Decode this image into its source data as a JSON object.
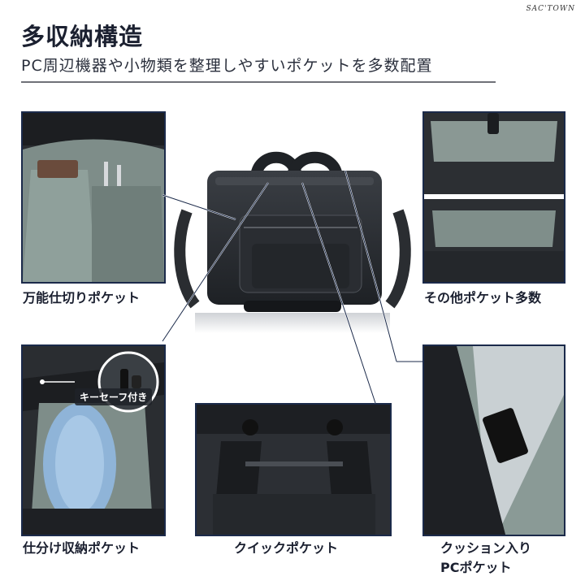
{
  "brand": "SAC'TOWN",
  "header": {
    "title": "多収納構造",
    "subtitle": "PC周辺機器や小物類を整理しやすいポケットを多数配置"
  },
  "panels": {
    "top_left": {
      "caption": "万能仕切りポケット"
    },
    "top_right": {
      "caption": "その他ポケット多数"
    },
    "bottom_left": {
      "caption": "仕分け収納ポケット",
      "callout": "キーセーフ付き"
    },
    "bottom_center": {
      "caption": "クイックポケット"
    },
    "bottom_right": {
      "caption_line1": "クッション入り",
      "caption_line2": "PCポケット"
    }
  },
  "colors": {
    "frame": "#1b2a4a",
    "bag": "#2b2e33",
    "lining": "#8f9e9a",
    "text": "#1b2030"
  }
}
